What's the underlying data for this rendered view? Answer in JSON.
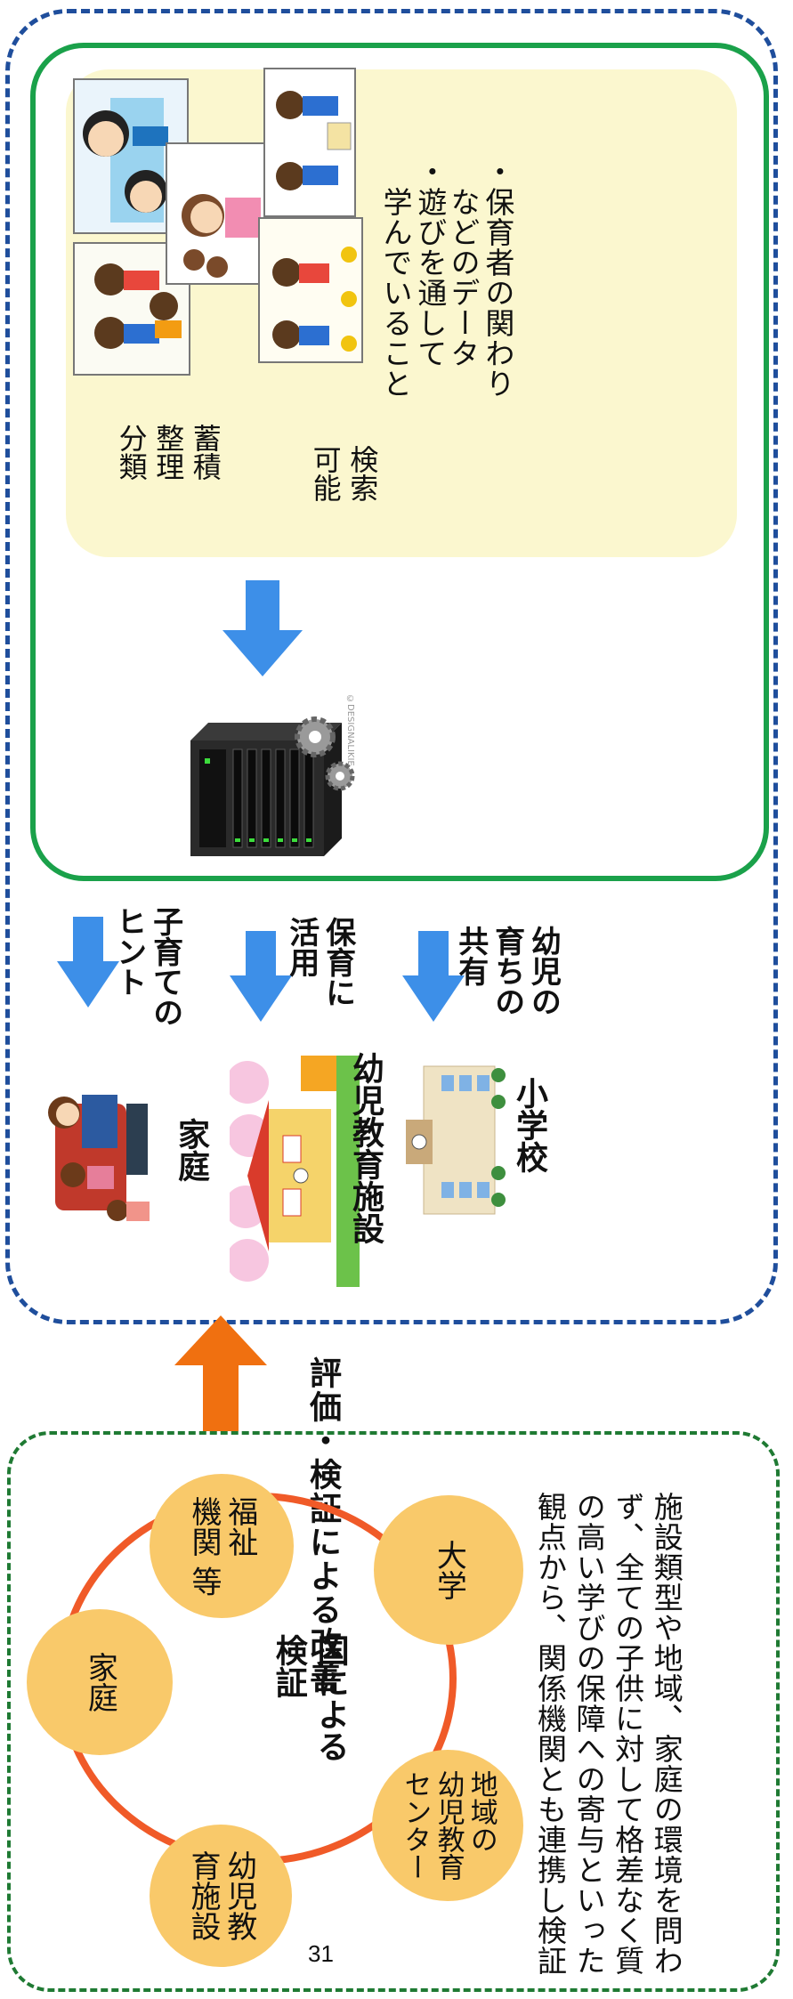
{
  "data_panel": {
    "bullet1": "・遊びを通して\n　学んでいること",
    "bullet2": "・保育者の関わり\n　などのデータ",
    "process_left": "蓄積\n整理\n分類",
    "process_right": "検索\n可能",
    "watermark": "©DESIGNALIKIE"
  },
  "targets": [
    {
      "arrow_label": "子育ての\nヒント",
      "name": "家庭"
    },
    {
      "arrow_label": "保育に\n活用",
      "name": "幼児教育施設"
    },
    {
      "arrow_label": "幼児の\n育ちの\n共有",
      "name": "小学校"
    }
  ],
  "improvement_label": "評価・検証による改善",
  "verification": {
    "center": "国による\n検証",
    "nodes": {
      "welfare": "福祉\n機関 等",
      "university": "大学",
      "home": "家庭",
      "center": "地域の\n幼児教育\nセンター",
      "facility": "幼児教\n育施設"
    },
    "description": "施設類型や地域、家庭の環境を問わず、全ての子供に対して格差なく質の高い学びの保障への寄与といった観点から、関係機関とも連携し検証"
  },
  "page_number": "31",
  "colors": {
    "outer_frame": "#1f4e9c",
    "green_frame": "#1aa14a",
    "arrow_blue": "#3d8fe8",
    "arrow_orange": "#f07010",
    "circle_fill": "#f9c96a",
    "ring": "#f05a28"
  }
}
